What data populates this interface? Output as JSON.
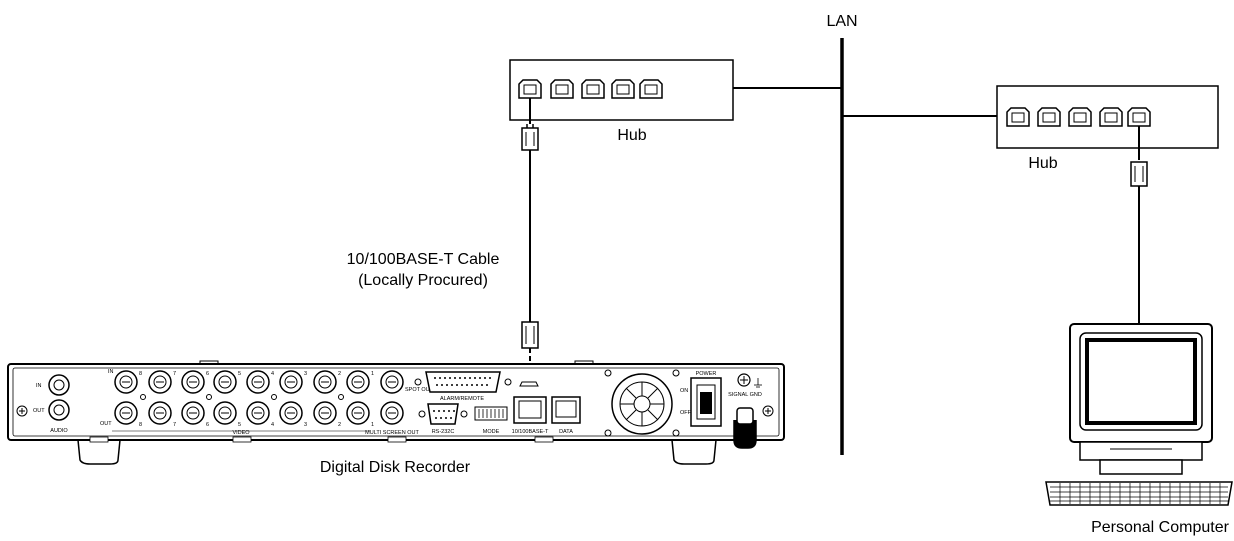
{
  "labels": {
    "lan": "LAN",
    "hub_left": "Hub",
    "hub_right": "Hub",
    "cable_line1": "10/100BASE-T Cable",
    "cable_line2": "(Locally Procured)",
    "recorder": "Digital Disk Recorder",
    "computer": "Personal Computer"
  },
  "recorder_panel": {
    "audio": "AUDIO",
    "audio_in": "IN",
    "audio_out": "OUT",
    "video_in": "IN",
    "video_out": "OUT",
    "video": "VIDEO",
    "channels_top": [
      "8",
      "7",
      "6",
      "5",
      "4",
      "3",
      "2",
      "1"
    ],
    "channels_bottom": [
      "8",
      "7",
      "6",
      "5",
      "4",
      "3",
      "2",
      "1"
    ],
    "spot_out": "SPOT OUT",
    "multi_screen_out": "MULTI SCREEN OUT",
    "alarm_remote": "ALARM/REMOTE",
    "rs232c": "RS-232C",
    "mode": "MODE",
    "base_t": "10/100BASE-T",
    "data": "DATA",
    "power": "POWER",
    "on": "ON",
    "off": "OFF",
    "signal_gnd": "SIGNAL GND"
  }
}
